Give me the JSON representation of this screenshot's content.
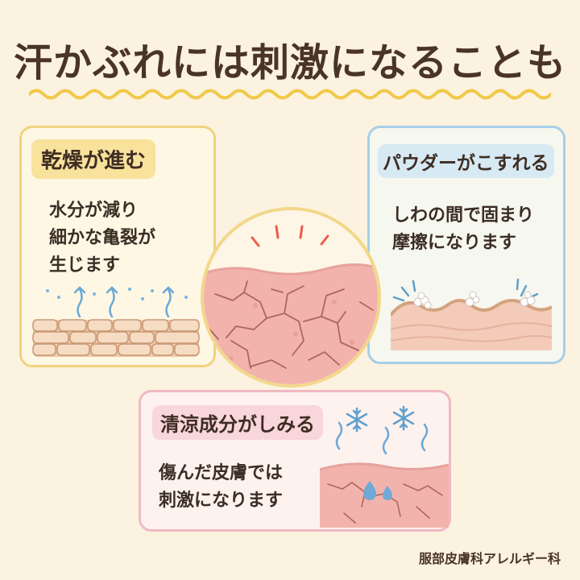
{
  "title": "汗かぶれには刺激になることも",
  "cards": {
    "dry": {
      "heading": "乾燥が進む",
      "lines": [
        "水分が減り",
        "細かな亀裂が",
        "生じます"
      ]
    },
    "powder": {
      "heading": "パウダーがこすれる",
      "lines": [
        "しわの間で固まり",
        "摩擦になります"
      ]
    },
    "cool": {
      "heading": "清涼成分がしみる",
      "lines": [
        "傷んだ皮膚では",
        "刺激になります"
      ]
    }
  },
  "footer": "服部皮膚科アレルギー科",
  "colors": {
    "background": "#fbf3df",
    "title_text": "#4a3426",
    "wave": "#f1c84a",
    "dry_border": "#f1d37e",
    "powder_border": "#a6cfe6",
    "cool_border": "#f0b8c3",
    "skin": "#f2b3ad",
    "crack": "#b0665a"
  },
  "icons": [
    "upward-vapor-arrow-icon",
    "water-droplet-icon",
    "snowflake-icon",
    "impact-line-icon",
    "powder-clump-icon"
  ]
}
